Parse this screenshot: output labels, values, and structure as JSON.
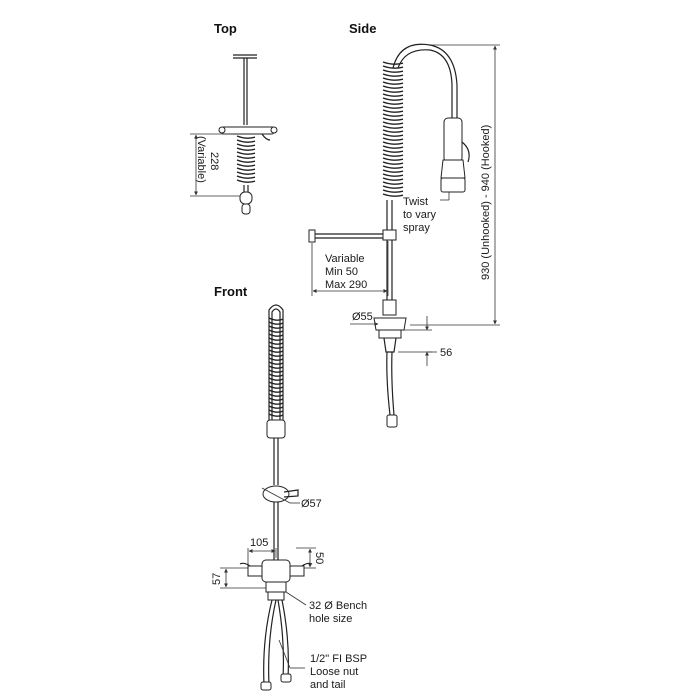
{
  "views": {
    "top": "Top",
    "side": "Side",
    "front": "Front"
  },
  "dimensions": {
    "top_height": "228",
    "top_variable": "(Variable)",
    "side_height": "930 (Unhooked) - 940 (Hooked)",
    "arm_line1": "Variable",
    "arm_line2": "Min 50",
    "arm_line3": "Max 290",
    "base_dia": "Ø55",
    "base_depth": "56",
    "front_dia": "Ø57",
    "front_width": "105",
    "front_right": "50",
    "front_left": "57"
  },
  "notes": {
    "spray_line1": "Twist",
    "spray_line2": "to vary",
    "spray_line3": "spray",
    "bench_line1": "32 Ø Bench",
    "bench_line2": "hole size",
    "bsp_line1": "1/2\" FI BSP",
    "bsp_line2": "Loose nut",
    "bsp_line3": "and tail"
  },
  "colors": {
    "line": "#222222",
    "background": "#ffffff"
  }
}
